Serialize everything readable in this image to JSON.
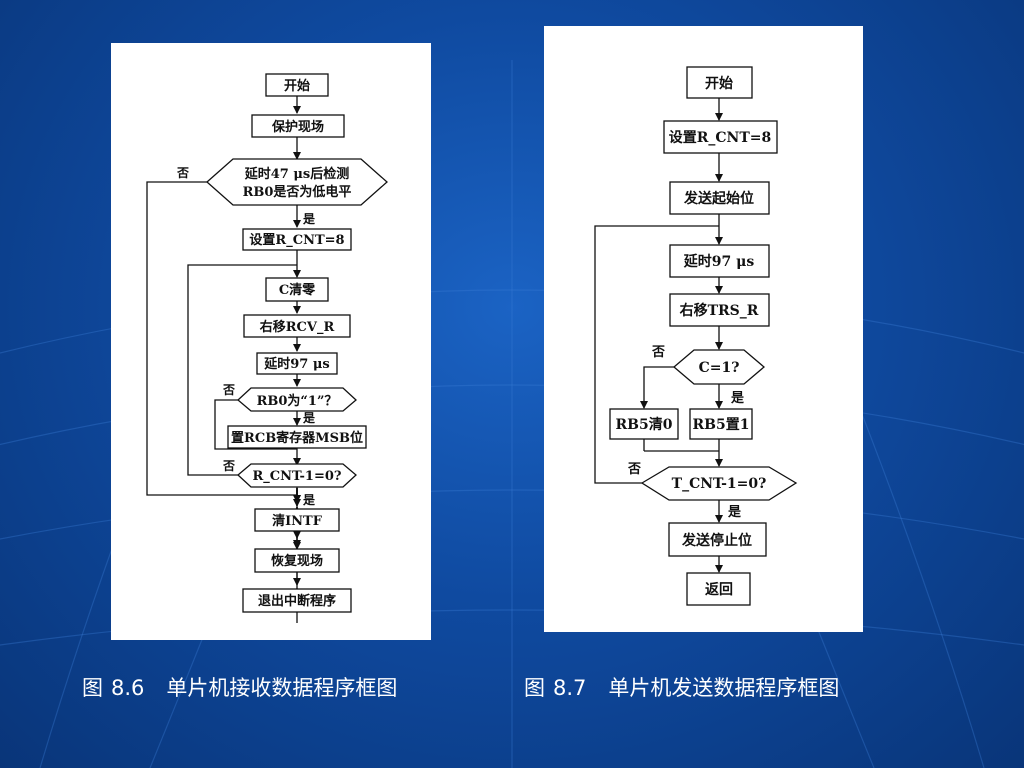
{
  "figure1": {
    "caption_label": "图",
    "caption_number": "8.6",
    "caption_title": "单片机接收数据程序框图",
    "nodes": {
      "start": "开始",
      "save": "保护现场",
      "check_line1": "延时47 μs后检测",
      "check_line2": "RB0是否为低电平",
      "set_cnt": "设置R_CNT=8",
      "clear_c": "C清零",
      "shift": "右移RCV_R",
      "delay": "延时97 μs",
      "rb0": "RB0为“1”？",
      "set_msb": "置RCB寄存器MSB位",
      "cnt_check": "R_CNT-1=0?",
      "clear_intf": "清INTF",
      "restore": "恢复现场",
      "exit": "退出中断程序"
    },
    "labels": {
      "no": "否",
      "yes": "是"
    }
  },
  "figure2": {
    "caption_label": "图",
    "caption_number": "8.7",
    "caption_title": "单片机发送数据程序框图",
    "nodes": {
      "start": "开始",
      "set_cnt": "设置R_CNT=8",
      "send_start": "发送起始位",
      "delay": "延时97 μs",
      "shift": "右移TRS_R",
      "c_check": "C=1?",
      "rb5_clear": "RB5清0",
      "rb5_set": "RB5置1",
      "cnt_check": "T_CNT-1=0?",
      "send_stop": "发送停止位",
      "return": "返回"
    },
    "labels": {
      "no": "否",
      "yes": "是"
    }
  }
}
